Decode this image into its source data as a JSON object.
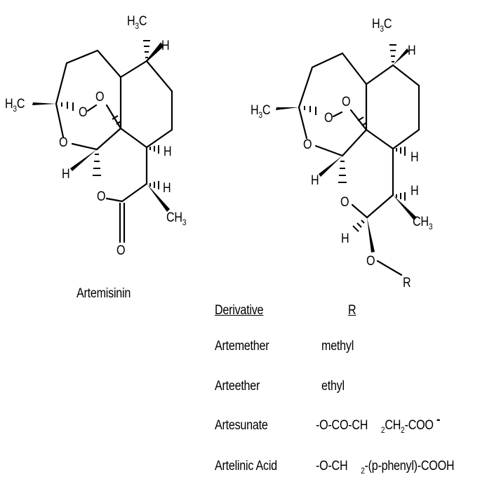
{
  "molecule_left": {
    "name": "Artemisinin",
    "atoms": {
      "h3c_top": "H3C",
      "h_top": "H",
      "h3c_left": "H3C",
      "o_peroxide_a": "O",
      "o_peroxide_b": "O",
      "o_ring": "O",
      "h_left": "H",
      "h_ring_junction": "H",
      "o_lactone": "O",
      "h_c9": "H",
      "ch3_c9": "CH3",
      "o_carbonyl": "O"
    }
  },
  "molecule_right": {
    "atoms": {
      "h3c_top": "H3C",
      "h_top": "H",
      "h3c_left": "H3C",
      "o_peroxide_a": "O",
      "o_peroxide_b": "O",
      "o_ring": "O",
      "h_left": "H",
      "h_ring_junction": "H",
      "o_ring2": "O",
      "h_c9": "H",
      "ch3_c9": "CH3",
      "h_c10": "H",
      "o_ether": "O",
      "r_group": "R"
    }
  },
  "table": {
    "header_derivative": "Derivative",
    "header_r": "R",
    "rows": [
      {
        "derivative": "Artemether",
        "r": "methyl"
      },
      {
        "derivative": "Arteether",
        "r": "ethyl"
      },
      {
        "derivative": "Artesunate",
        "r": "-O-CO-CH2CH2-COO-"
      },
      {
        "derivative": "Artelinic Acid",
        "r": "-O-CH2-(p-phenyl)-COOH"
      }
    ]
  }
}
